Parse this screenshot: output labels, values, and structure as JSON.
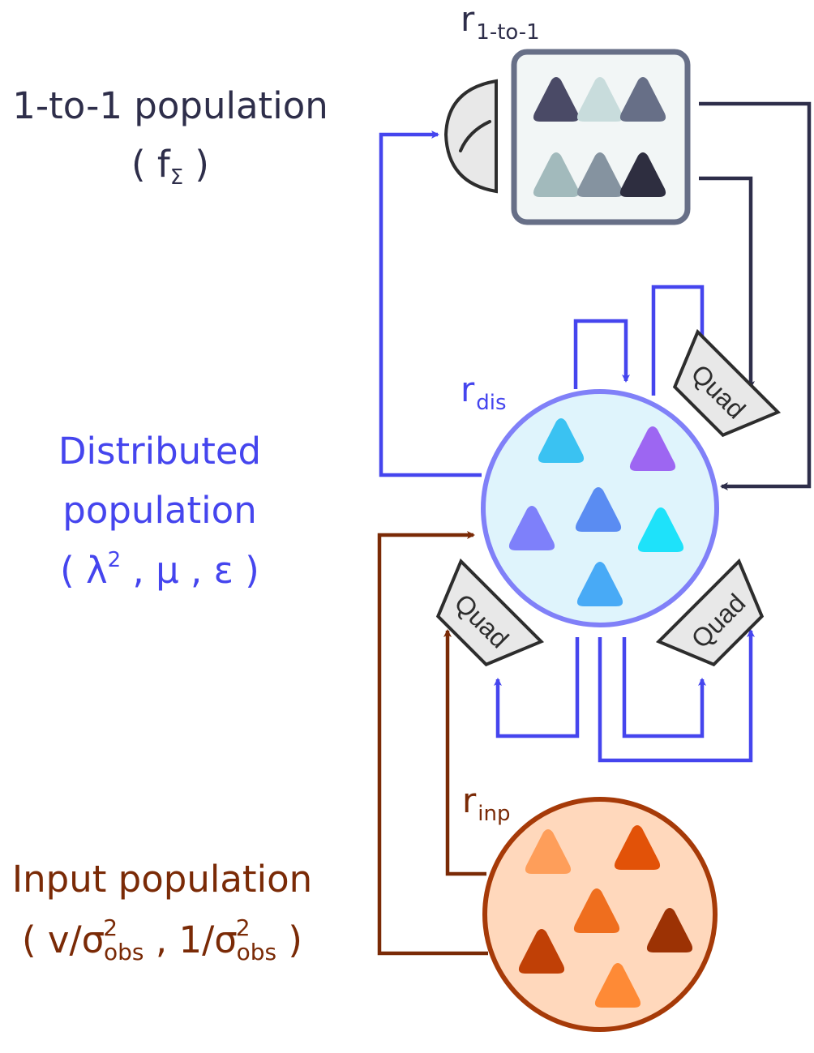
{
  "colors": {
    "one_to_one": "#2e2e4a",
    "distributed": "#4545ee",
    "input": "#7a2a06",
    "quad_fill": "#e8e8e8",
    "quad_stroke": "#2d2d2d"
  },
  "labels": {
    "one_to_one": {
      "line1": "1-to-1 population",
      "line2_open": "( f",
      "line2_sub": "Σ",
      "line2_close": " )"
    },
    "distributed": {
      "line1": "Distributed",
      "line2": "population",
      "line3_open": "( λ",
      "line3_sup": "2",
      "line3_rest": " , μ , ε )"
    },
    "input": {
      "line1": "Input population",
      "line2_open": "( v/σ",
      "line2_sup1": "2",
      "line2_sub1": "obs",
      "line2_mid": " , 1/σ",
      "line2_sup2": "2",
      "line2_sub2": "obs",
      "line2_close": " )"
    }
  },
  "rates": {
    "one_to_one": {
      "base": "r",
      "sub": "1-to-1"
    },
    "distributed": {
      "base": "r",
      "sub": "dis"
    },
    "input": {
      "base": "r",
      "sub": "inp"
    }
  },
  "quad": {
    "label": "Quad",
    "count": 3
  },
  "triangles": {
    "one_to_one": [
      "#4a4a66",
      "#c8dcdc",
      "#676f87",
      "#a2babc",
      "#8593a0",
      "#2e2e40"
    ],
    "distributed": [
      "#3ac2f2",
      "#9d66f2",
      "#5a8cf2",
      "#7e80fa",
      "#1ee2fa",
      "#48aaf6"
    ],
    "input": [
      "#fe9e5a",
      "#e25208",
      "#ef6e1e",
      "#c04006",
      "#9c3204",
      "#fe8a36"
    ]
  }
}
